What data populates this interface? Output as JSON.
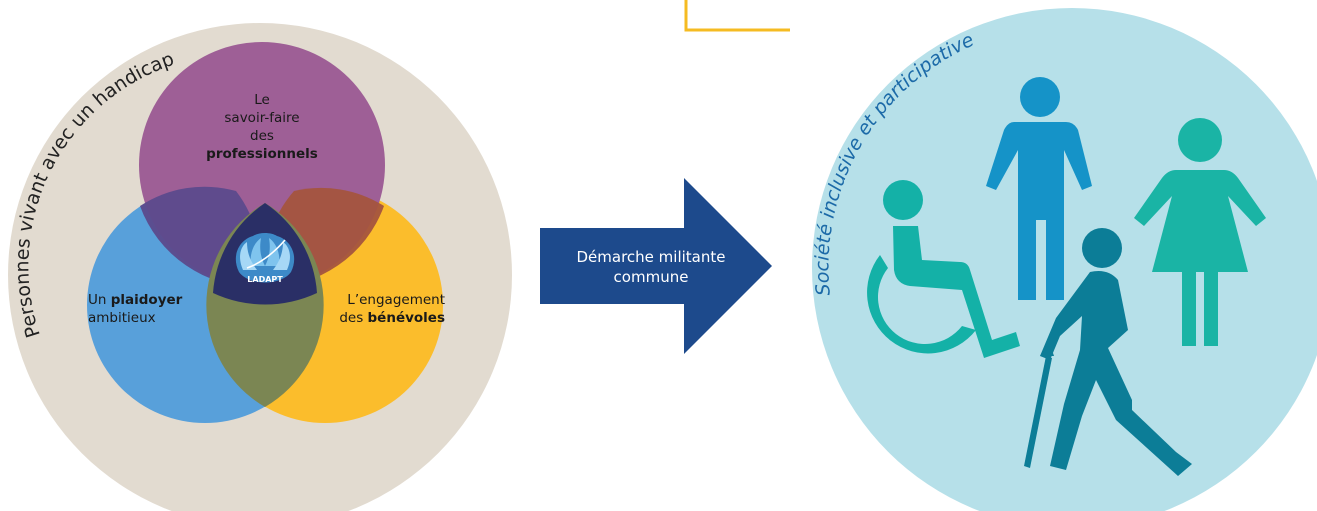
{
  "colors": {
    "outer_circle": "#e2dbd0",
    "purple": "#9e5f96",
    "blue": "#58a0da",
    "yellow": "#fbbd2c",
    "arrow": "#1d4a8c",
    "right_circle": "#b6e0e9",
    "figure_teal": "#14b1a7",
    "figure_blue": "#1593c8",
    "figure_darkteal": "#0c7d97",
    "gold_line": "#f5bb22",
    "arc_text_left": "#222222",
    "arc_text_right": "#1c6aa8"
  },
  "left": {
    "outer_label": "Personnes vivant avec un handicap",
    "purple": {
      "line1": "Le",
      "line2": "savoir-faire",
      "line3": "des",
      "line4_bold": "professionnels"
    },
    "blue": {
      "line1_prefix": "Un ",
      "line1_bold": "plaidoyer",
      "line2": "ambitieux"
    },
    "yellow": {
      "line1": "L’engagement",
      "line2_prefix": "des ",
      "line2_bold": "bénévoles"
    },
    "logo_text": "LADAPT"
  },
  "arrow": {
    "line1": "Démarche militante",
    "line2": "commune"
  },
  "right": {
    "circle_label": "Société inclusive et participative",
    "figures": [
      "wheelchair-user-icon",
      "standing-man-icon",
      "elderly-cane-walker-icon",
      "woman-icon"
    ]
  }
}
